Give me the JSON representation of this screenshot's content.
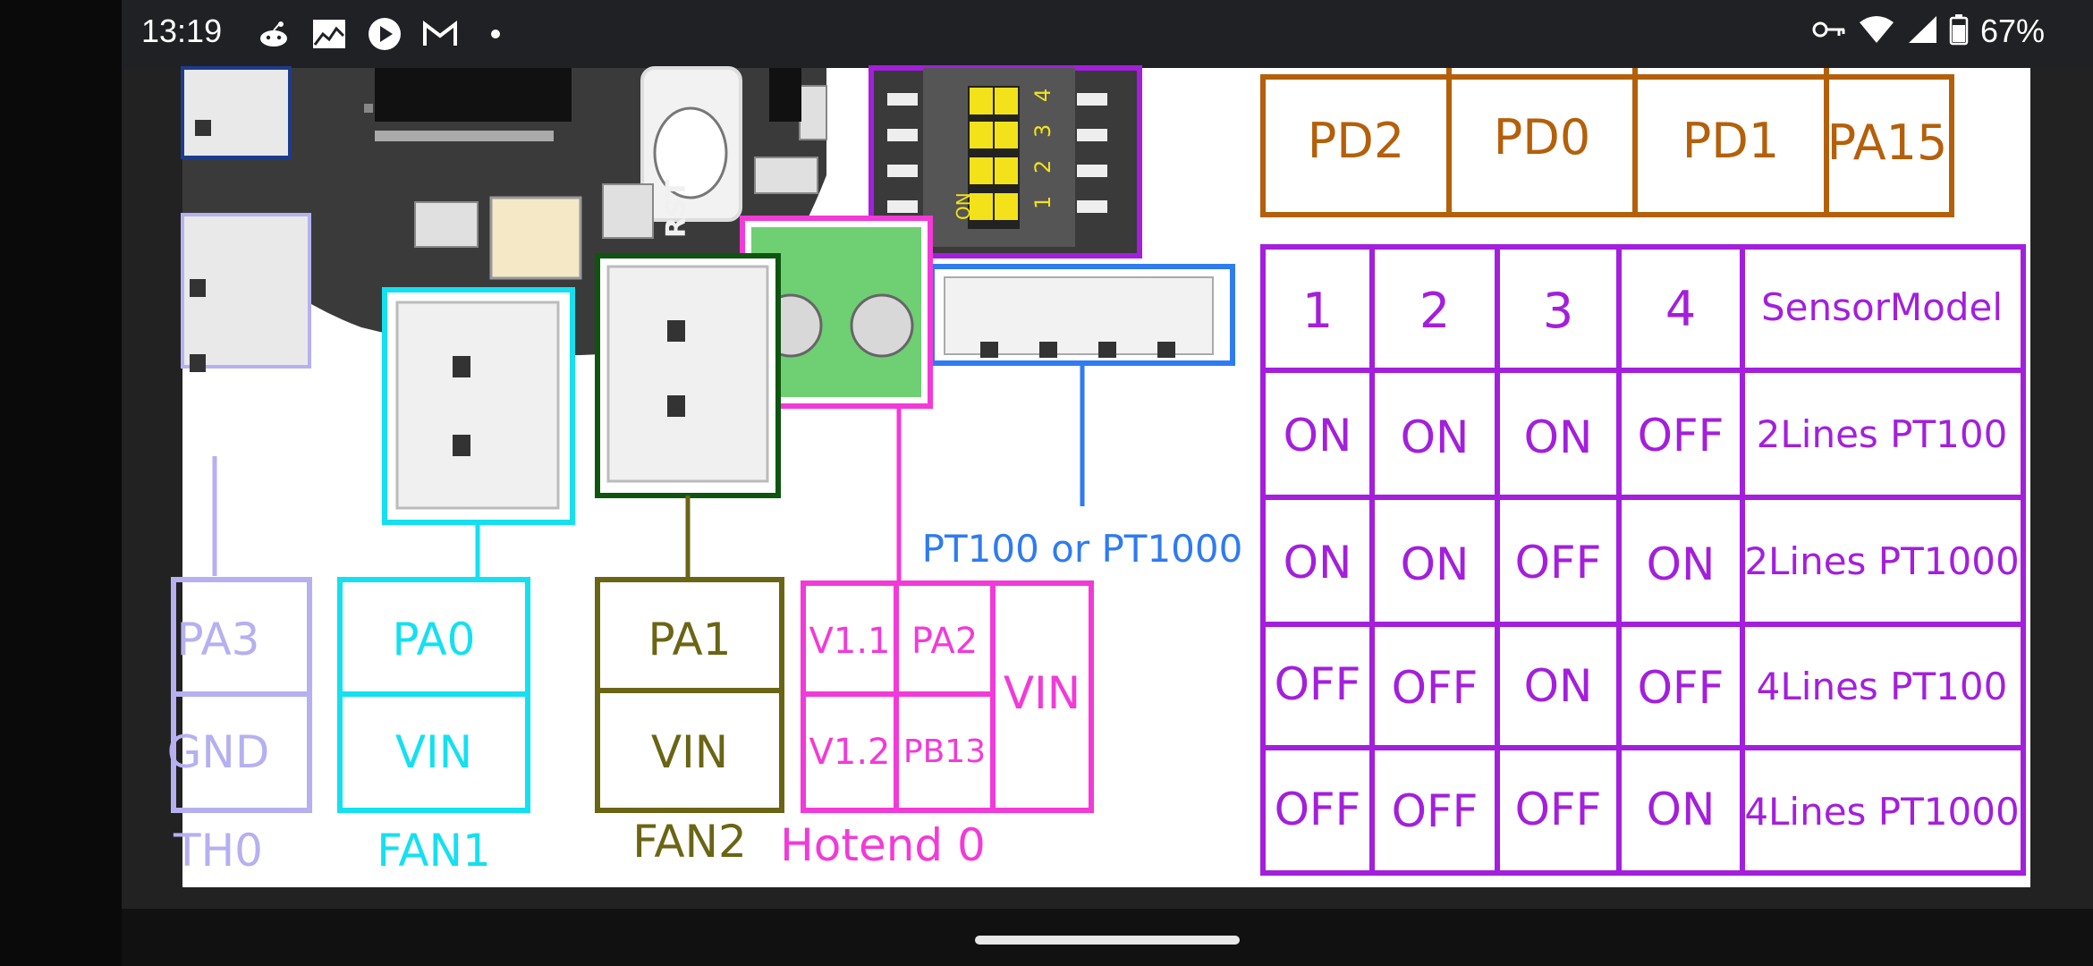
{
  "status": {
    "time": "13:19",
    "battery": "67%",
    "icons": [
      "reddit-icon",
      "image-icon",
      "play-icon",
      "gmail-icon",
      "dot-icon",
      "key-icon",
      "wifi-icon",
      "signal-icon",
      "battery-icon"
    ]
  },
  "diagram": {
    "pins_top": [
      "PD2",
      "PD0",
      "PD1",
      "PA15"
    ],
    "rst_label": "RST",
    "dip_labels": [
      "4",
      "3",
      "2",
      "1"
    ],
    "dip_on": "ON",
    "header_cols": [
      "1",
      "2",
      "3",
      "4",
      "SensorModel"
    ],
    "rows": [
      {
        "s1": "ON",
        "s2": "ON",
        "s3": "ON",
        "s4": "OFF",
        "model": "2Lines PT100"
      },
      {
        "s1": "ON",
        "s2": "ON",
        "s3": "OFF",
        "s4": "ON",
        "model": "2Lines PT1000"
      },
      {
        "s1": "OFF",
        "s2": "OFF",
        "s3": "ON",
        "s4": "OFF",
        "model": "4Lines PT100"
      },
      {
        "s1": "OFF",
        "s2": "OFF",
        "s3": "OFF",
        "s4": "ON",
        "model": "4Lines PT1000"
      }
    ],
    "pt_label": "PT100 or PT1000",
    "th0": {
      "pin": "PA3",
      "gnd": "GND",
      "name": "TH0"
    },
    "fan1": {
      "pin": "PA0",
      "vin": "VIN",
      "name": "FAN1"
    },
    "fan2": {
      "pin": "PA1",
      "vin": "VIN",
      "name": "FAN2"
    },
    "hotend": {
      "v11": "V1.1",
      "pa2": "PA2",
      "v12": "V1.2",
      "pb13": "PB13",
      "vin": "VIN",
      "name": "Hotend 0"
    }
  },
  "colors": {
    "purple": "#a31fdc",
    "orange": "#b4600a",
    "cyan": "#14e0f0",
    "olive": "#6a6514",
    "magenta": "#f23ad8",
    "blue": "#2f7bf0",
    "lavender": "#b6b0f0",
    "green": "#0e5510"
  }
}
